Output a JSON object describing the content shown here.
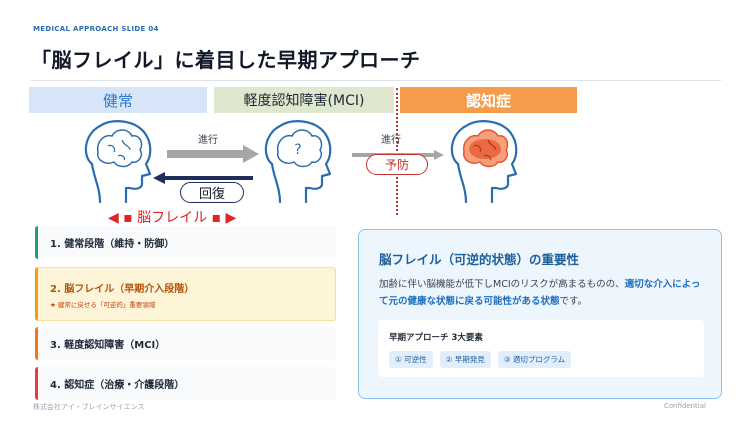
{
  "header": {
    "slide_label": "MEDICAL APPROACH SLIDE 04",
    "title": "「脳フレイル」に着目した早期アプローチ"
  },
  "stages": {
    "healthy": "健常",
    "mci": "軽度認知障害(MCI)",
    "dementia": "認知症"
  },
  "diagram": {
    "progress_label_1": "進行",
    "progress_label_2": "進行",
    "recovery_label": "回復",
    "prevention_label": "予防",
    "question_mark": "?",
    "frailty_label": "◀ ▪ 脳フレイル ▪ ▶",
    "colors": {
      "arrow_gray": "#a6a6a6",
      "arrow_navy": "#1f2d5c",
      "brain_outline": "#2b6cb0",
      "dementia_fill": "#e4572e",
      "frailty_red": "#e02424"
    }
  },
  "stage_list": [
    {
      "label": "1. 健常段階（維持・防御）"
    },
    {
      "label": "2. 脳フレイル（早期介入段階）",
      "sub": "★ 健常に戻せる「可逆的」重要領域"
    },
    {
      "label": "3. 軽度認知障害（MCI）"
    },
    {
      "label": "4. 認知症（治療・介護段階）"
    }
  ],
  "panel": {
    "title": "脳フレイル（可逆的状態）の重要性",
    "body_prefix": "加齢に伴い脳機能が低下しMCIのリスクが高まるものの、",
    "body_highlight": "適切な介入によって元の健康な状態に戻る可能性がある状態",
    "body_suffix": "です。",
    "elements_title": "早期アプローチ 3大要素",
    "chips": [
      "① 可逆性",
      "② 早期発見",
      "③ 適切プログラム"
    ]
  },
  "footer": {
    "company": "株式会社アイ・ブレインサイエンス",
    "confidential": "Confidential"
  }
}
